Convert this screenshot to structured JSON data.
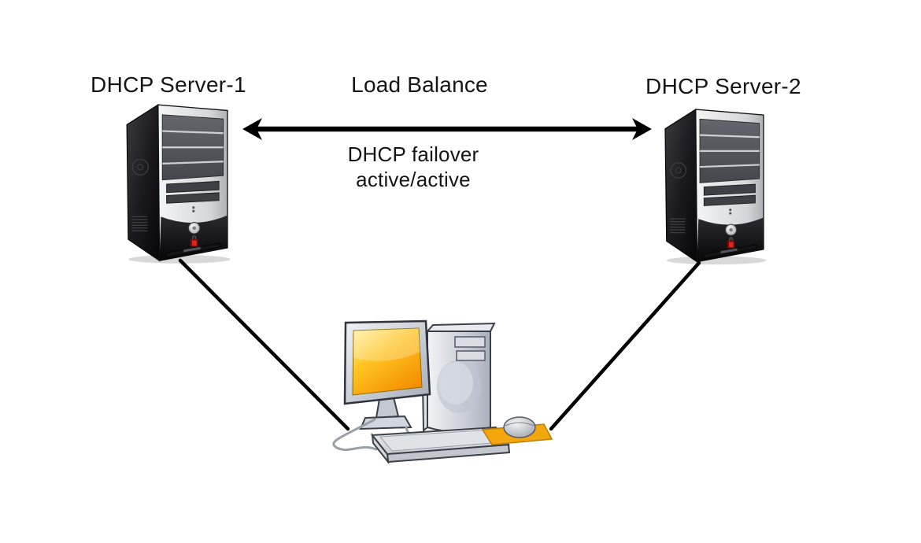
{
  "diagram": {
    "type": "network-topology",
    "labels": {
      "server1": "DHCP Server-1",
      "server2": "DHCP Server-2",
      "link_top": "Load Balance",
      "failover_line1": "DHCP failover",
      "failover_line2": "active/active"
    },
    "nodes": [
      {
        "id": "dhcp-server-1",
        "label": "DHCP Server-1",
        "icon": "server-tower-icon"
      },
      {
        "id": "dhcp-server-2",
        "label": "DHCP Server-2",
        "icon": "server-tower-icon"
      },
      {
        "id": "client-pc",
        "icon": "desktop-computer-icon"
      }
    ],
    "links": [
      {
        "from": "dhcp-server-1",
        "to": "dhcp-server-2",
        "style": "double-headed-arrow",
        "labels": [
          "Load Balance",
          "DHCP failover",
          "active/active"
        ]
      },
      {
        "from": "dhcp-server-1",
        "to": "client-pc",
        "style": "plain-line"
      },
      {
        "from": "dhcp-server-2",
        "to": "client-pc",
        "style": "plain-line"
      }
    ],
    "colors": {
      "background": "#ffffff",
      "line": "#000000",
      "text": "#151515",
      "screen_yellow": "#ffb400",
      "mousepad_orange": "#f3a60d"
    }
  }
}
